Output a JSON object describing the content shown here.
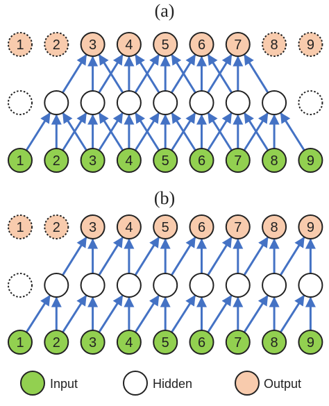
{
  "colors": {
    "input": "#92d050",
    "hidden": "#ffffff",
    "output": "#f8cbad",
    "edge": "#4472c4",
    "stroke": "#222222"
  },
  "panels": [
    {
      "label": "(a)",
      "input_nodes": [
        "1",
        "2",
        "3",
        "4",
        "5",
        "6",
        "7",
        "8",
        "9"
      ],
      "output_nodes": [
        "1",
        "2",
        "3",
        "4",
        "5",
        "6",
        "7",
        "8",
        "9"
      ],
      "dotted_outputs": [
        1,
        2,
        8,
        9
      ],
      "dotted_hidden": [
        1,
        9
      ],
      "input_to_hidden": [
        [
          1,
          2
        ],
        [
          2,
          2
        ],
        [
          2,
          3
        ],
        [
          3,
          2
        ],
        [
          3,
          3
        ],
        [
          3,
          4
        ],
        [
          4,
          3
        ],
        [
          4,
          4
        ],
        [
          4,
          5
        ],
        [
          5,
          4
        ],
        [
          5,
          5
        ],
        [
          5,
          6
        ],
        [
          6,
          5
        ],
        [
          6,
          6
        ],
        [
          6,
          7
        ],
        [
          7,
          6
        ],
        [
          7,
          7
        ],
        [
          7,
          8
        ],
        [
          8,
          7
        ],
        [
          8,
          8
        ],
        [
          9,
          8
        ]
      ],
      "hidden_to_output": [
        [
          2,
          3
        ],
        [
          3,
          3
        ],
        [
          3,
          4
        ],
        [
          4,
          3
        ],
        [
          4,
          4
        ],
        [
          4,
          5
        ],
        [
          5,
          4
        ],
        [
          5,
          5
        ],
        [
          5,
          6
        ],
        [
          6,
          5
        ],
        [
          6,
          6
        ],
        [
          6,
          7
        ],
        [
          7,
          6
        ],
        [
          7,
          7
        ],
        [
          8,
          7
        ]
      ]
    },
    {
      "label": "(b)",
      "input_nodes": [
        "1",
        "2",
        "3",
        "4",
        "5",
        "6",
        "7",
        "8",
        "9"
      ],
      "output_nodes": [
        "1",
        "2",
        "3",
        "4",
        "5",
        "6",
        "7",
        "8",
        "9"
      ],
      "dotted_outputs": [
        1,
        2
      ],
      "dotted_hidden": [
        1
      ],
      "input_to_hidden": [
        [
          1,
          2
        ],
        [
          2,
          2
        ],
        [
          2,
          3
        ],
        [
          3,
          3
        ],
        [
          3,
          4
        ],
        [
          4,
          4
        ],
        [
          4,
          5
        ],
        [
          5,
          5
        ],
        [
          5,
          6
        ],
        [
          6,
          6
        ],
        [
          6,
          7
        ],
        [
          7,
          7
        ],
        [
          7,
          8
        ],
        [
          8,
          8
        ],
        [
          8,
          9
        ],
        [
          9,
          9
        ]
      ],
      "hidden_to_output": [
        [
          2,
          3
        ],
        [
          3,
          3
        ],
        [
          3,
          4
        ],
        [
          4,
          4
        ],
        [
          4,
          5
        ],
        [
          5,
          5
        ],
        [
          5,
          6
        ],
        [
          6,
          6
        ],
        [
          6,
          7
        ],
        [
          7,
          7
        ],
        [
          7,
          8
        ],
        [
          8,
          8
        ],
        [
          8,
          9
        ],
        [
          9,
          9
        ]
      ]
    }
  ],
  "legend": {
    "input": "Input",
    "hidden": "Hidden",
    "output": "Output"
  }
}
